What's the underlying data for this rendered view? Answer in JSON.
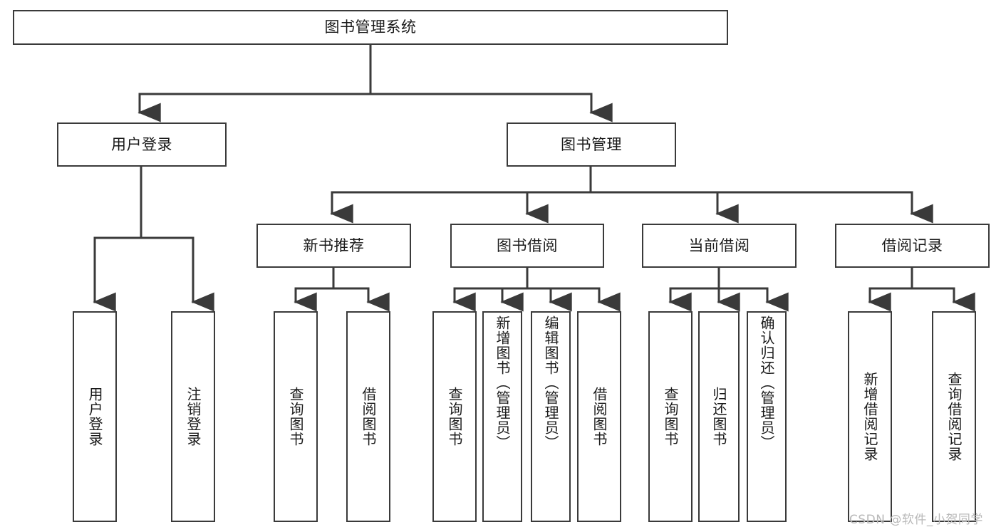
{
  "diagram": {
    "type": "tree-hierarchy-chart",
    "title": "图书管理系统",
    "background_color": "#ffffff",
    "line_color": "#3a3a3a",
    "box_border_color": "#3a3a3a",
    "box_fill_color": "#ffffff",
    "text_color": "#1a1a1a"
  },
  "nodes": {
    "root": {
      "label": "图书管理系统"
    },
    "level1": [
      {
        "label": "用户登录"
      },
      {
        "label": "图书管理"
      }
    ],
    "level2": [
      {
        "label": "新书推荐"
      },
      {
        "label": "图书借阅"
      },
      {
        "label": "当前借阅"
      },
      {
        "label": "借阅记录"
      }
    ],
    "leaves": {
      "user_login": [
        {
          "label": "用户登录"
        },
        {
          "label": "注销登录"
        }
      ],
      "new_book_recommend": [
        {
          "label": "查询图书"
        },
        {
          "label": "借阅图书"
        }
      ],
      "book_borrow": [
        {
          "label": "查询图书"
        },
        {
          "label": "新增图书（管理员）"
        },
        {
          "label": "编辑图书（管理员）"
        },
        {
          "label": "借阅图书"
        }
      ],
      "current_borrow": [
        {
          "label": "查询图书"
        },
        {
          "label": "归还图书"
        },
        {
          "label": "确认归还（管理员）"
        }
      ],
      "borrow_record": [
        {
          "label": "新增借阅记录"
        },
        {
          "label": "查询借阅记录"
        }
      ]
    }
  },
  "watermark": {
    "text": "CSDN @软件_小贺同学"
  }
}
